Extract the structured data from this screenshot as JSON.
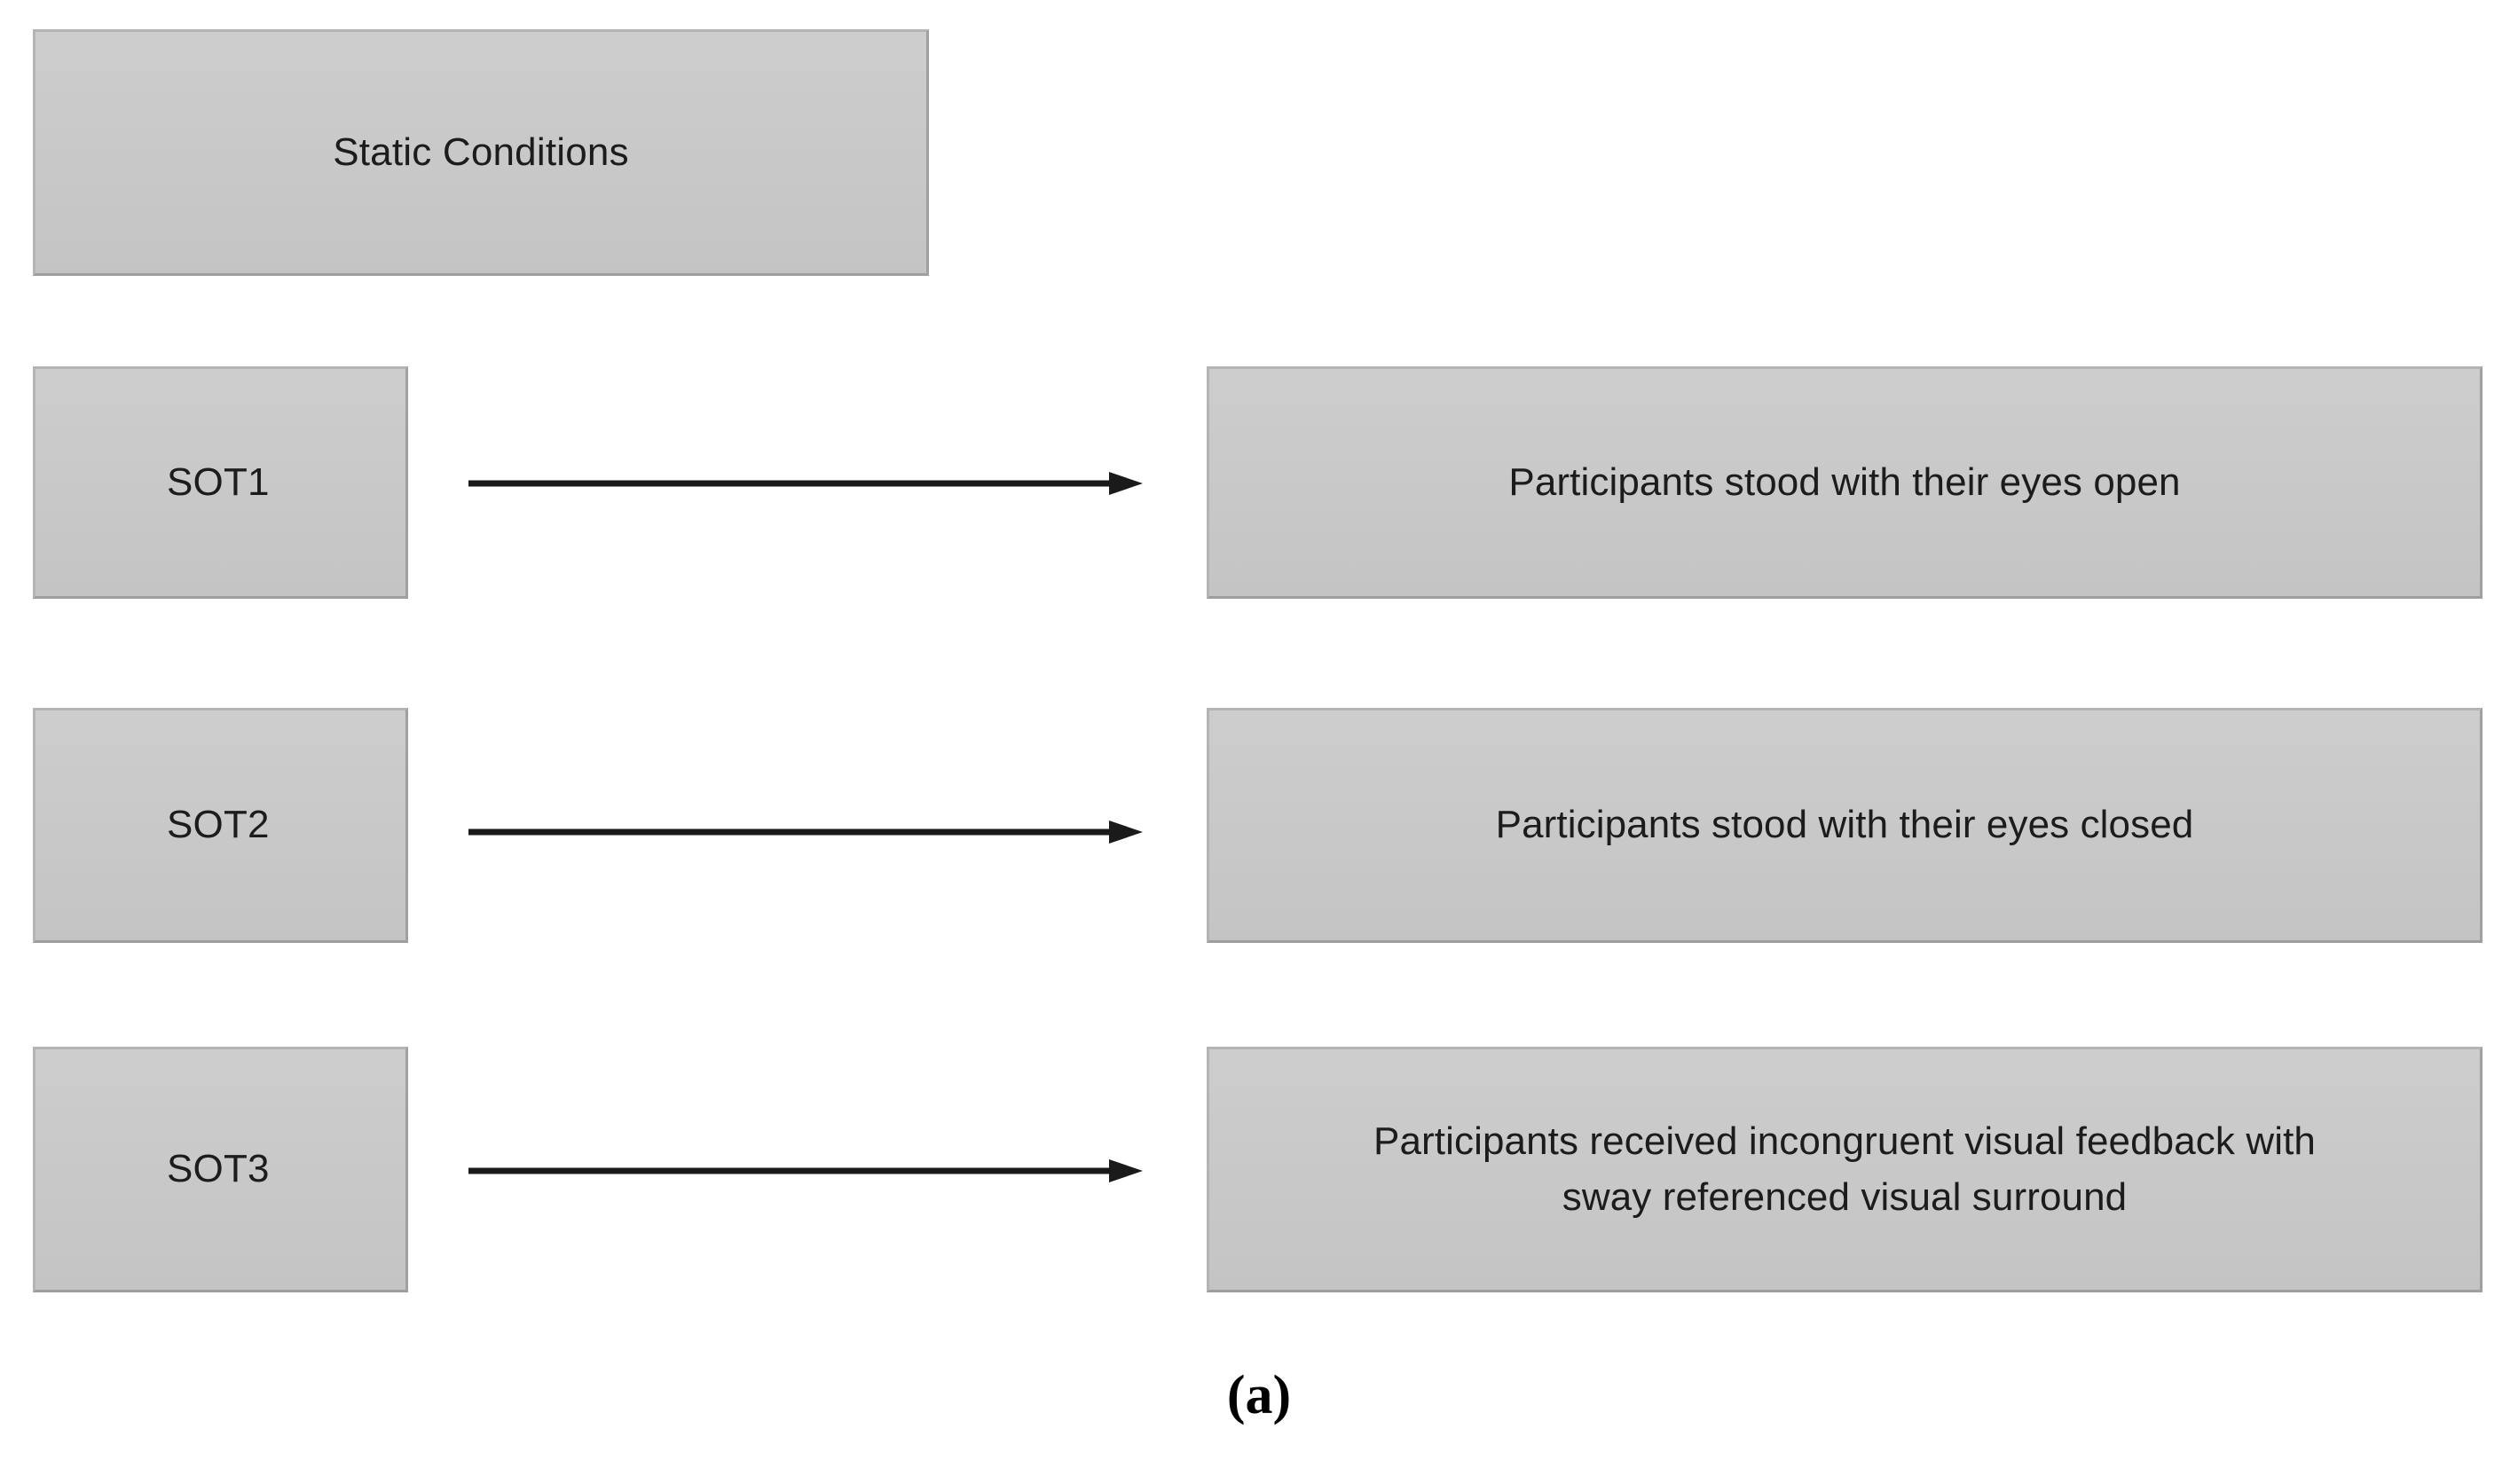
{
  "figure": {
    "caption": "(a)",
    "header": {
      "label": "Static Conditions"
    },
    "colors": {
      "box_fill": "#c9c9c9",
      "box_border": "#a9a9a9",
      "text": "#1c1c1c",
      "arrow": "#1a1a1a",
      "background": "#ffffff"
    },
    "rows": [
      {
        "condition": "SOT1",
        "description": "Participants stood with their eyes open",
        "description_lines": [
          "Participants stood with their eyes open"
        ],
        "connector": "arrow-right"
      },
      {
        "condition": "SOT2",
        "description": "Participants stood with their eyes closed",
        "description_lines": [
          "Participants stood with their eyes closed"
        ],
        "connector": "arrow-right"
      },
      {
        "condition": "SOT3",
        "description": "Participants received incongruent visual feedback with sway referenced visual surround",
        "description_lines": [
          "Participants received incongruent visual feedback with",
          "sway referenced visual surround"
        ],
        "connector": "arrow-right"
      }
    ]
  }
}
